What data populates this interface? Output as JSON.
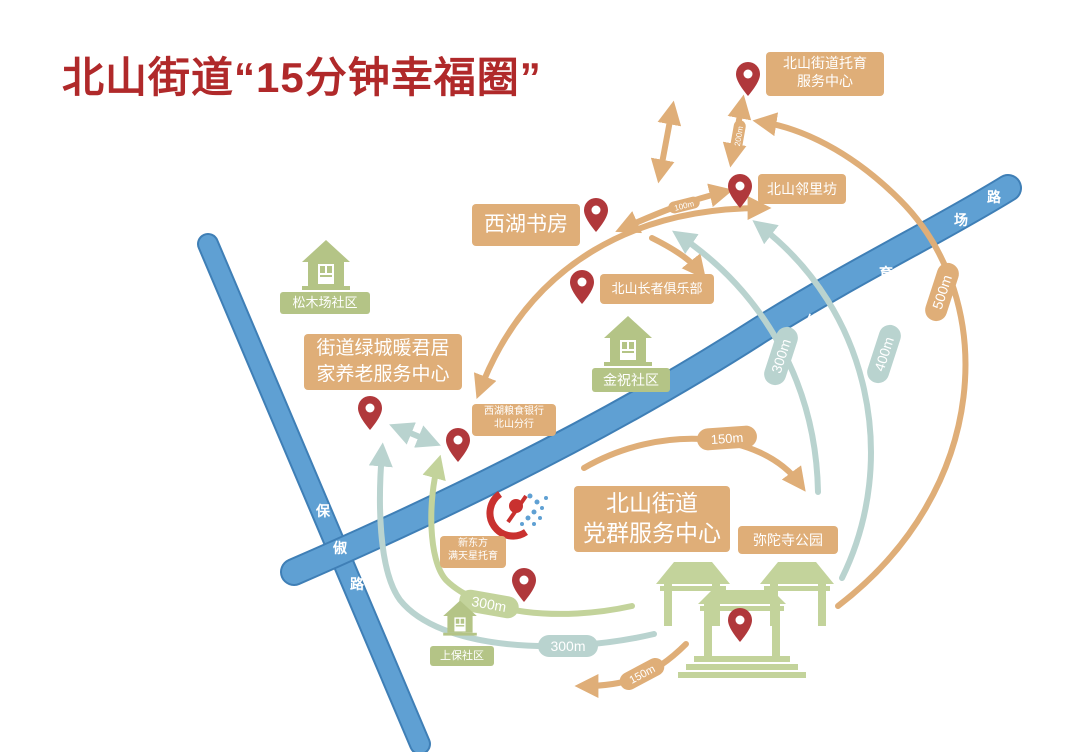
{
  "title": "北山街道“15分钟幸福圈”",
  "roads": {
    "baochu": [
      "保",
      "俶",
      "路"
    ],
    "tiyuchang": [
      "路",
      "场",
      "育",
      "体"
    ]
  },
  "communities": {
    "songmuchang": "松木场社区",
    "jinzhu": "金祝社区",
    "shangbao": "上保社区"
  },
  "places": {
    "tuoyu_center": [
      "北山街道托育",
      "服务中心"
    ],
    "linlifang": "北山邻里坊",
    "xihu_bookstore": "西湖书房",
    "changzhe_club": "北山长者俱乐部",
    "yanglao_center": [
      "街道绿城暖君居",
      "家养老服务中心"
    ],
    "bank": [
      "西湖粮食银行",
      "北山分行"
    ],
    "xindongfang": [
      "新东方",
      "满天星托育"
    ],
    "dangqun_center": [
      "北山街道",
      "党群服务中心"
    ],
    "mituosi_park": "弥陀寺公园"
  },
  "distances": {
    "d100": "100m",
    "d200": "200m",
    "d500": "500m",
    "d300_blue": "300m",
    "d400": "400m",
    "d150_upper": "150m",
    "d300_green": "300m",
    "d300_lower": "300m",
    "d150_lower": "150m"
  },
  "colors": {
    "title": "#b0292a",
    "road": "#5fa0d3",
    "road_edge": "#3f7fb6",
    "arrow_orange": "#dfae78",
    "arrow_teal": "#b9d3cf",
    "arrow_green": "#c3d39b",
    "pin": "#b0383b",
    "community_green": "#b4c486"
  },
  "icons": {
    "pin": "location-pin-icon",
    "community": "house-icon",
    "park": "pavilion-icon",
    "party": "party-emblem-icon"
  }
}
